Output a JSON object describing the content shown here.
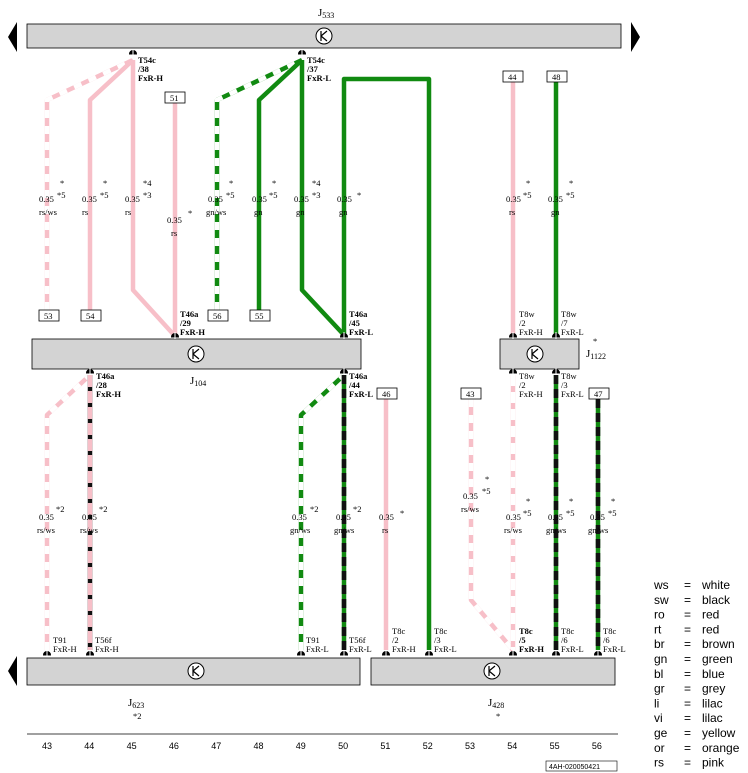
{
  "units": {
    "J533": {
      "name": "J",
      "sub": "533"
    },
    "J104": {
      "name": "J",
      "sub": "104"
    },
    "J1122": {
      "name": "J",
      "sub": "1122",
      "star": "*"
    },
    "J623": {
      "name": "J",
      "sub": "623",
      "note": "*2"
    },
    "J428": {
      "name": "J",
      "sub": "428",
      "star": "*"
    }
  },
  "connectors": {
    "t54c38": [
      "T54c",
      "/38",
      "FxR-H"
    ],
    "t54c37": [
      "T54c",
      "/37",
      "FxR-L"
    ],
    "t46a29": [
      "T46a",
      "/29",
      "FxR-H"
    ],
    "t46a45": [
      "T46a",
      "/45",
      "FxR-L"
    ],
    "t8w2a": [
      "T8w",
      "/2",
      "FxR-H"
    ],
    "t8w7": [
      "T8w",
      "/7",
      "FxR-L"
    ],
    "t46a28": [
      "T46a",
      "/28",
      "FxR-H"
    ],
    "t46a44": [
      "T46a",
      "/44",
      "FxR-L"
    ],
    "t8w2b": [
      "T8w",
      "/2",
      "FxR-H"
    ],
    "t8w3": [
      "T8w",
      "/3",
      "FxR-L"
    ],
    "t91a": [
      "T91",
      "FxR-H"
    ],
    "t56fa": [
      "T56f",
      "FxR-H"
    ],
    "t91b": [
      "T91",
      "FxR-L"
    ],
    "t56fb": [
      "T56f",
      "FxR-L"
    ],
    "t8c2": [
      "T8c",
      "/2",
      "FxR-H"
    ],
    "t8c3": [
      "T8c",
      "/3",
      "FxR-L"
    ],
    "t8c5": [
      "T8c",
      "/5",
      "FxR-H"
    ],
    "t8c6a": [
      "T8c",
      "/6",
      "FxR-L"
    ],
    "t8c6b": [
      "T8c",
      "/6",
      "FxR-L"
    ]
  },
  "boxes": {
    "b51": "51",
    "b44": "44",
    "b48": "48",
    "b53": "53",
    "b54": "54",
    "b56": "56",
    "b55": "55",
    "b46": "46",
    "b43": "43",
    "b47": "47"
  },
  "wires": {
    "w1": {
      "size": "0.35",
      "color": "rs/ws",
      "n1": "*",
      "n2": "*5"
    },
    "w2": {
      "size": "0.35",
      "color": "rs",
      "n1": "*",
      "n2": "*5"
    },
    "w3": {
      "size": "0.35",
      "color": "rs",
      "n1": "*4",
      "n2": "*3"
    },
    "w4": {
      "size": "0.35",
      "color": "rs",
      "n1": "*",
      "n2": ""
    },
    "w5": {
      "size": "0.35",
      "color": "gn/ws",
      "n1": "*",
      "n2": "*5"
    },
    "w6": {
      "size": "0.35",
      "color": "gn",
      "n1": "*",
      "n2": "*5"
    },
    "w7": {
      "size": "0.35",
      "color": "gn",
      "n1": "*4",
      "n2": "*3"
    },
    "w8": {
      "size": "0.35",
      "color": "gn",
      "n1": "*",
      "n2": ""
    },
    "w9": {
      "size": "0.35",
      "color": "rs",
      "n1": "*",
      "n2": "*5"
    },
    "w10": {
      "size": "0.35",
      "color": "gn",
      "n1": "*",
      "n2": "*5"
    },
    "w11": {
      "size": "0.35",
      "color": "rs/ws",
      "n1": "*2",
      "n2": ""
    },
    "w12": {
      "size": "0.35",
      "color": "rs/ws",
      "n1": "*2",
      "n2": ""
    },
    "w13": {
      "size": "0.35",
      "color": "gn/ws",
      "n1": "*2",
      "n2": ""
    },
    "w14": {
      "size": "0.35",
      "color": "gn/ws",
      "n1": "*2",
      "n2": ""
    },
    "w15": {
      "size": "0.35",
      "color": "rs",
      "n1": "*",
      "n2": ""
    },
    "w16": {
      "size": "0.35",
      "color": "rs/ws",
      "n1": "*",
      "n2": "*5"
    },
    "w17": {
      "size": "0.35",
      "color": "rs/ws",
      "n1": "*",
      "n2": "*5"
    },
    "w18": {
      "size": "0.35",
      "color": "gn/ws",
      "n1": "*",
      "n2": "*5"
    },
    "w19": {
      "size": "0.35",
      "color": "gn/ws",
      "n1": "*",
      "n2": "*5"
    }
  },
  "columns": [
    "43",
    "44",
    "45",
    "46",
    "47",
    "48",
    "49",
    "50",
    "51",
    "52",
    "53",
    "54",
    "55",
    "56"
  ],
  "doc_number": "4AH-020050421",
  "legend": [
    {
      "abbr": "ws",
      "eq": "=",
      "name": "white"
    },
    {
      "abbr": "sw",
      "eq": "=",
      "name": "black"
    },
    {
      "abbr": "ro",
      "eq": "=",
      "name": "red"
    },
    {
      "abbr": "rt",
      "eq": "=",
      "name": "red"
    },
    {
      "abbr": "br",
      "eq": "=",
      "name": "brown"
    },
    {
      "abbr": "gn",
      "eq": "=",
      "name": "green"
    },
    {
      "abbr": "bl",
      "eq": "=",
      "name": "blue"
    },
    {
      "abbr": "gr",
      "eq": "=",
      "name": "grey"
    },
    {
      "abbr": "li",
      "eq": "=",
      "name": "lilac"
    },
    {
      "abbr": "vi",
      "eq": "=",
      "name": "lilac"
    },
    {
      "abbr": "ge",
      "eq": "=",
      "name": "yellow"
    },
    {
      "abbr": "or",
      "eq": "=",
      "name": "orange"
    },
    {
      "abbr": "rs",
      "eq": "=",
      "name": "pink"
    }
  ],
  "wire_colors": {
    "pink": "#f7bfc8",
    "green": "#118a11",
    "white": "#ffffff",
    "black": "#111111",
    "bar": "#d3d3d3"
  }
}
